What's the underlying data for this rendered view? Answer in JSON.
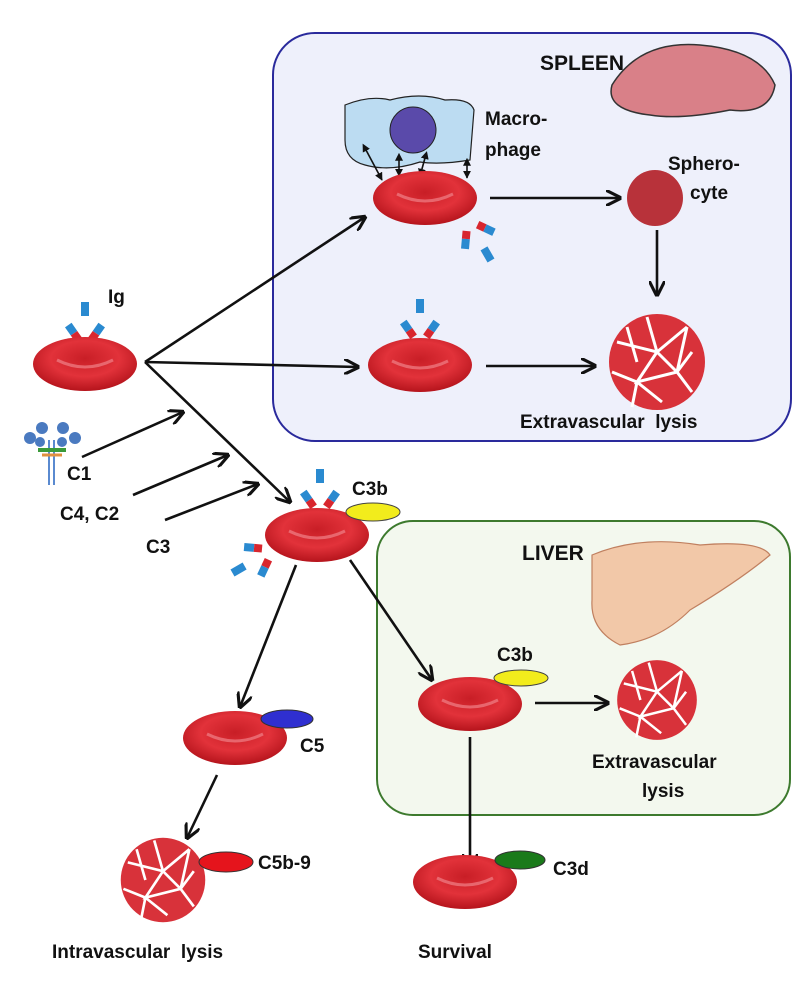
{
  "colors": {
    "spleen_border": "#2a2a9c",
    "spleen_fill": "#eef0fb",
    "liver_border": "#3d7a2e",
    "liver_fill": "#f3f8ee",
    "rbc": "#d8262e",
    "c3b": "#f2ec1c",
    "c5": "#2f2fd0",
    "c5b9": "#e5141c",
    "c3d": "#1a7a1a",
    "spherocyte": "#b8323a",
    "macrophage": "#bcdcf2",
    "nucleus": "#5a4aaa"
  },
  "labels": {
    "spleen": "SPLEEN",
    "macrophage_1": "Macro-",
    "macrophage_2": "phage",
    "spherocyte_1": "Sphero-",
    "spherocyte_2": "cyte",
    "spleen_lysis": "Extravascular  lysis",
    "ig": "Ig",
    "c1": "C1",
    "c4c2": "C4, C2",
    "c3": "C3",
    "c3b": "C3b",
    "liver": "LIVER",
    "liver_c3b": "C3b",
    "liver_lysis_1": "Extravascular",
    "liver_lysis_2": "lysis",
    "c5": "C5",
    "c5b9": "C5b-9",
    "intravascular": "Intravascular  lysis",
    "survival": "Survival",
    "c3d": "C3d"
  }
}
